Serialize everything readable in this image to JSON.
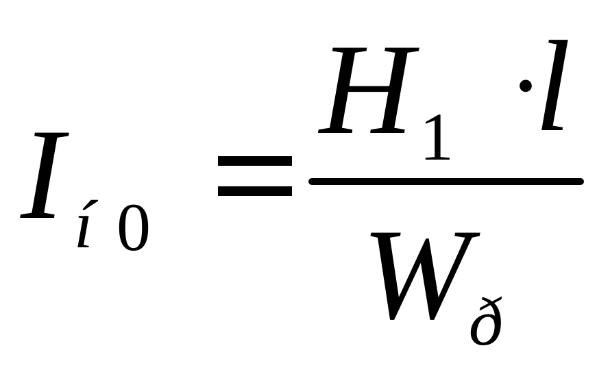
{
  "formula": {
    "lhs": {
      "main": "I",
      "sub_a": "í",
      "sub_b": "0"
    },
    "equals": "=",
    "numerator": {
      "main": "H",
      "sub": "1",
      "operator": "·",
      "factor": "l"
    },
    "denominator": {
      "main": "W",
      "sub": "ð"
    }
  }
}
